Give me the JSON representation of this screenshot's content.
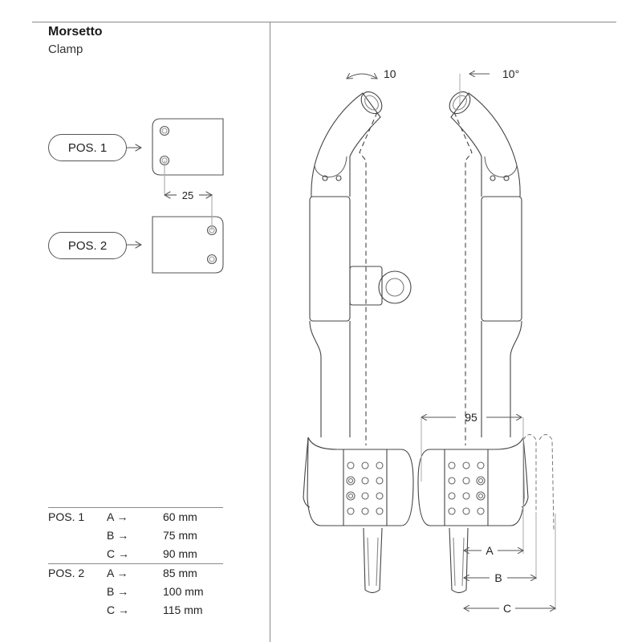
{
  "header": {
    "title": "Morsetto",
    "subtitle": "Clamp"
  },
  "positions": [
    {
      "label": "POS. 1"
    },
    {
      "label": "POS. 2"
    }
  ],
  "hole_offset_label": "25",
  "drawing": {
    "tilt_left_label": "10",
    "tilt_right_label": "10°",
    "width_label": "95",
    "dim_a": "A",
    "dim_b": "B",
    "dim_c": "C"
  },
  "spec_table": [
    {
      "pos": "POS. 1",
      "rows": [
        {
          "dim": "A →",
          "value": "60 mm"
        },
        {
          "dim": "B →",
          "value": "75 mm"
        },
        {
          "dim": "C →",
          "value": "90 mm"
        }
      ]
    },
    {
      "pos": "POS. 2",
      "rows": [
        {
          "dim": "A →",
          "value": "85 mm"
        },
        {
          "dim": "B →",
          "value": "100 mm"
        },
        {
          "dim": "C →",
          "value": "115 mm"
        }
      ]
    }
  ]
}
